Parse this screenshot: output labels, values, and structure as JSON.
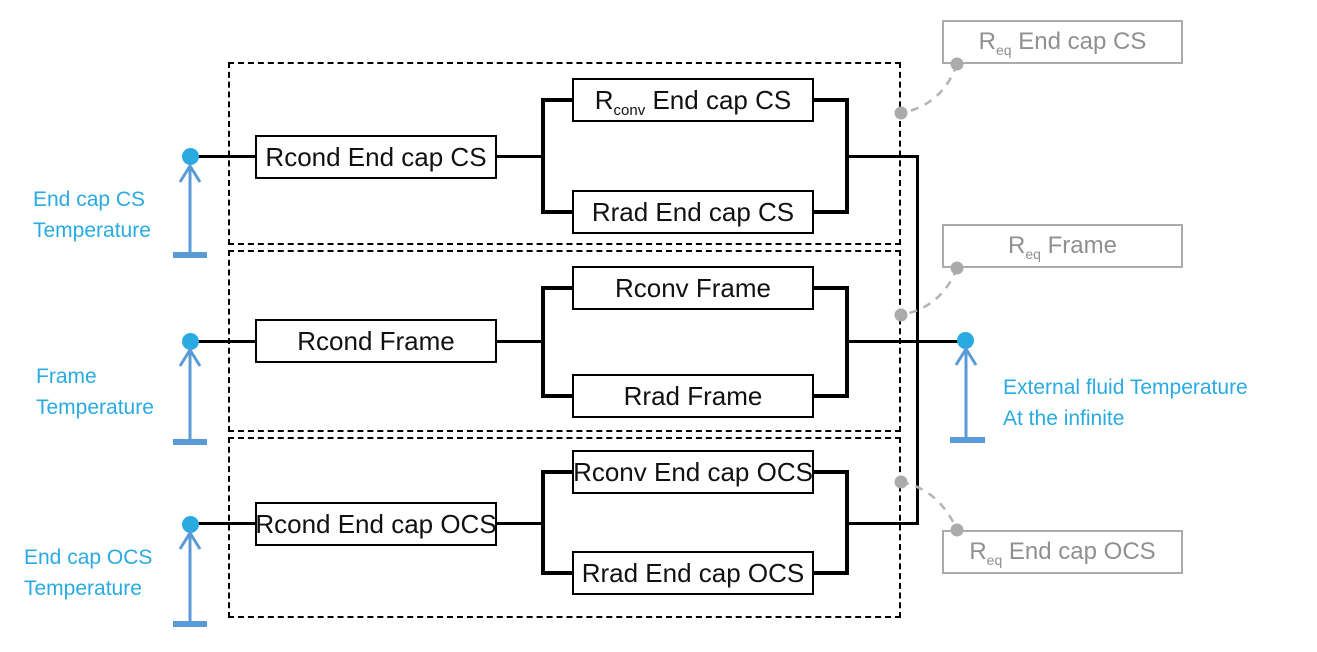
{
  "colors": {
    "accent_cyan": "#29abe2",
    "arrow_blue": "#5b9bd5",
    "gray_border": "#ababab",
    "gray_text": "#909090",
    "gray_dash": "#b3b3b3",
    "gray_dot": "#ababab",
    "line_black": "#000000"
  },
  "nodes": {
    "endcap_cs": {
      "line1": "End cap CS",
      "line2": "Temperature"
    },
    "frame": {
      "line1": "Frame",
      "line2": "Temperature"
    },
    "endcap_ocs": {
      "line1": "End cap OCS",
      "line2": "Temperature"
    },
    "external": {
      "line1": "External fluid Temperature",
      "line2": "At the infinite"
    }
  },
  "resistors": {
    "rcond_cs": {
      "main": "Rcond End cap CS",
      "sub": "",
      "rest": ""
    },
    "rconv_cs": {
      "main": "R",
      "sub": "conv",
      "rest": " End cap CS"
    },
    "rrad_cs": {
      "main": "Rrad End cap CS",
      "sub": "",
      "rest": ""
    },
    "rcond_frame": {
      "main": "Rcond Frame",
      "sub": "",
      "rest": ""
    },
    "rconv_frame": {
      "main": "Rconv Frame",
      "sub": "",
      "rest": ""
    },
    "rrad_frame": {
      "main": "Rrad Frame",
      "sub": "",
      "rest": ""
    },
    "rcond_ocs": {
      "main": "Rcond End cap OCS",
      "sub": "",
      "rest": ""
    },
    "rconv_ocs": {
      "main": "Rconv End cap OCS",
      "sub": "",
      "rest": ""
    },
    "rrad_ocs": {
      "main": "Rrad End cap OCS",
      "sub": "",
      "rest": ""
    }
  },
  "equivalents": {
    "req_cs": {
      "main": "R",
      "sub": "eq",
      "rest": " End cap CS"
    },
    "req_frame": {
      "main": "R",
      "sub": "eq",
      "rest": " Frame"
    },
    "req_ocs": {
      "main": "R",
      "sub": "eq",
      "rest": " End cap OCS"
    }
  }
}
